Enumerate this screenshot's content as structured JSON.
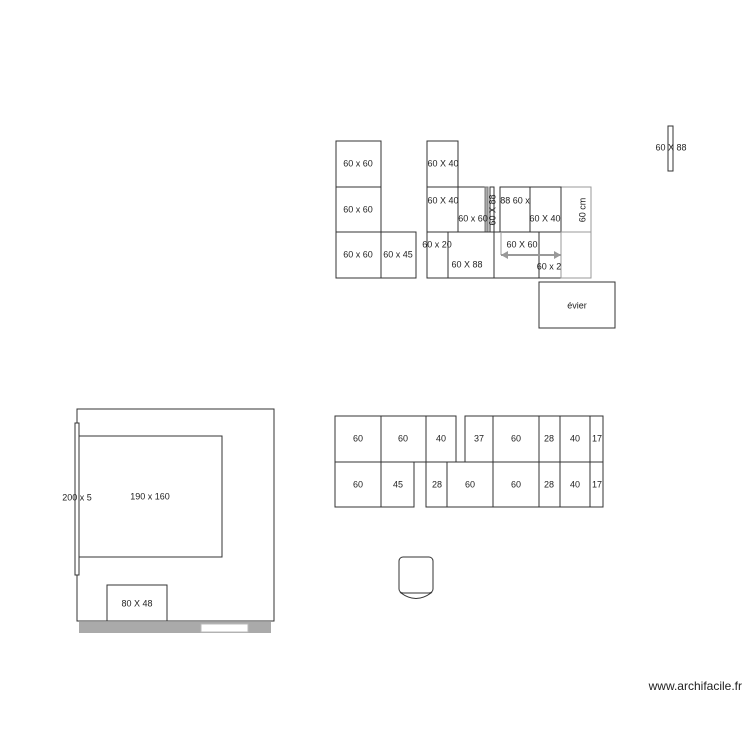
{
  "kitchen_upper": {
    "col1": [
      "60 x 60",
      "60 x 60",
      "60 x 60"
    ],
    "l45": "60 x 45",
    "top": "60 X 40",
    "row2": [
      "60 X 40",
      "60 x 60",
      "60 X 88",
      "88 60 x",
      "60 X 40"
    ],
    "rot": "60 cm",
    "row3": [
      "60 x 20",
      "60 X 88",
      "60 X 60",
      "60 x 2"
    ],
    "sink": "évier"
  },
  "standalone": "60 X 88",
  "bedroom": {
    "wardrobe": "200 x 5",
    "bed": "190  x 160",
    "desk": "80 X 48"
  },
  "counters": {
    "row1": [
      "60",
      "60",
      "40",
      "37",
      "60",
      "28",
      "40",
      "17"
    ],
    "row2": [
      "60",
      "45",
      "28",
      "60",
      "60",
      "28",
      "40",
      "17"
    ]
  },
  "watermark": "www.archifacile.fr"
}
